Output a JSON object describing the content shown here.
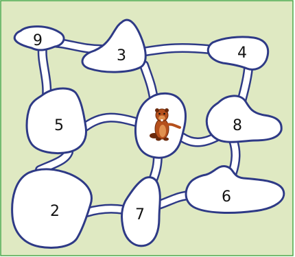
{
  "puzzle": {
    "lakes": [
      {
        "id": "lake-9",
        "label": "9"
      },
      {
        "id": "lake-3",
        "label": "3"
      },
      {
        "id": "lake-4",
        "label": "4"
      },
      {
        "id": "lake-5",
        "label": "5"
      },
      {
        "id": "lake-8",
        "label": "8"
      },
      {
        "id": "lake-6",
        "label": "6"
      },
      {
        "id": "lake-2",
        "label": "2"
      },
      {
        "id": "lake-7",
        "label": "7"
      }
    ],
    "beaver": {
      "icon": "beaver-icon"
    }
  },
  "colors": {
    "background": "#dfe9c2",
    "border": "#4aa84a",
    "outline": "#2e3a86",
    "water": "#ffffff",
    "beaver_body": "#b5501c",
    "beaver_dark": "#6b2a0c"
  }
}
